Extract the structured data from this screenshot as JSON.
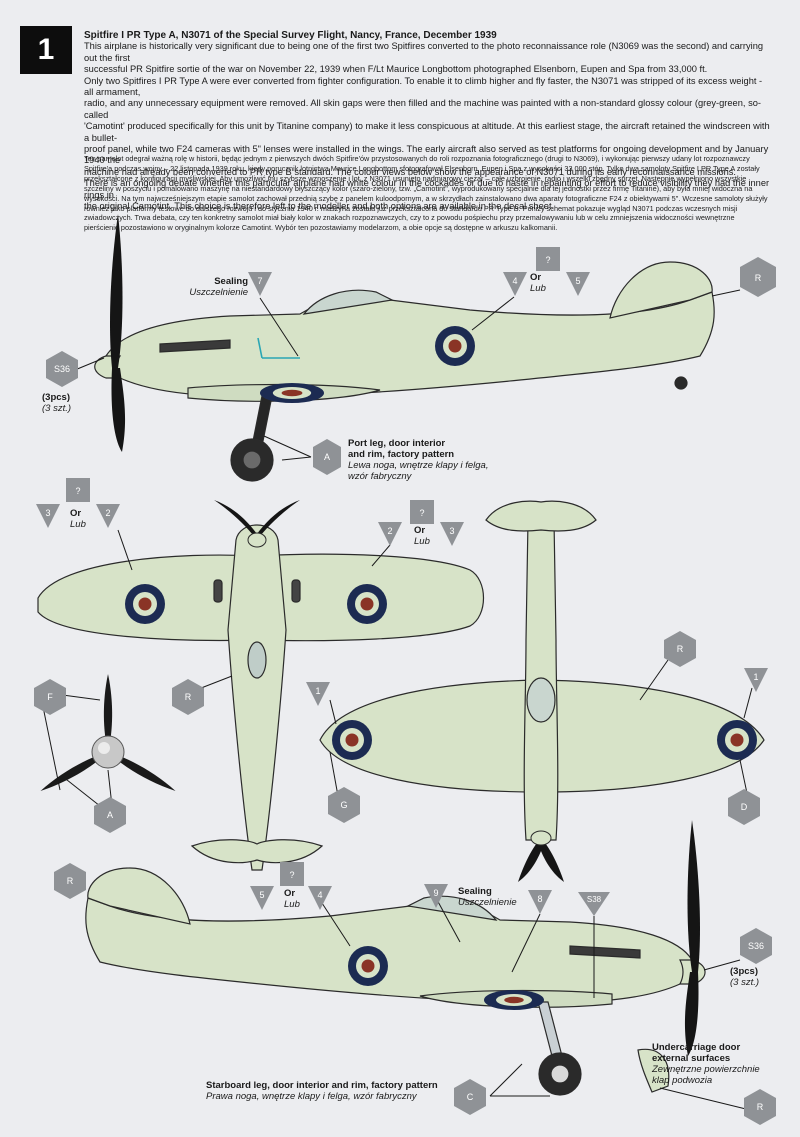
{
  "profile_number": "1",
  "intro": {
    "title": "Spitfire I PR Type A, N3071 of the Special Survey Flight, Nancy, France, December 1939",
    "lines": [
      "This airplane is historically very significant due to being one of the first two Spitfires converted to the photo reconnaissance role (N3069 was the second) and carrying out the first",
      "successful PR Spitfire sortie of the war on November 22, 1939 when F/Lt Maurice Longbottom photographed Elsenborn, Eupen and Spa from 33,000 ft.",
      "Only two Spitfires I PR Type A were ever converted from fighter configuration. To enable it to climb higher and fly faster, the N3071 was stripped of its excess weight - all armament,",
      "radio, and any unnecessary equipment were removed. All skin gaps were then filled and the machine was painted with a non-standard glossy colour (grey-green, so-called",
      "'Camotint' produced specifically for this unit by Titanine company) to make it less conspicuous at altitude. At this earliest stage, the aircraft retained the windscreen with a bullet-",
      "proof panel, while two F24 cameras with 5\" lenses were installed in the wings. The early aircraft also served as test platforms for ongoing development and by January 1940 the",
      "machine had already been converted to PR type B standard. The colour views below show the appearance of N3071 during its early reconnaissance missions.",
      "There is an ongoing debate whether this particular airplane had white colour in the cockades or due to haste in repainting or effort to reduce visibility they had the inner rings in",
      "the original Camotint. This choice is therefore left to the modeller and both options are available in the decal sheet."
    ]
  },
  "polish": {
    "lines": [
      "Ten samolot odegrał ważną rolę w historii, będąc jednym z pierwszych dwóch Spitfire'ów przystosowanych do roli rozpoznania fotograficznego (drugi to N3069), i wykonując pierwszy udany lot rozpoznawczy",
      "Spitfire'a podczas wojny – 22 listopada 1939 roku, kiedy porucznik lotnictwa Maurice Longbottom sfotografował Elsenborn, Eupen i Spa z wysokości 33 000 stóp. Tylko dwa samoloty Spitfire I PR Type A zostały",
      "przekształcone z konfiguracji myśliwskiej. Aby umożliwić mu szybsze wznoszenie i lot, z N3071 usunięto nadmiarowy ciężar – całe uzbrojenie, radio i wszelki zbędny sprzęt. Następnie wypełniono wszystkie",
      "szczeliny w poszyciu i pomalowano maszynę na niestandardowy błyszczący kolor (szaro-zielony, tzw. „Camotint\", wyprodukowany specjalnie dla tej jednostki przez firmę Titanine), aby była mniej widoczna na",
      "wysokości. Na tym najwcześniejszym etapie samolot zachował przednią szybę z panelem kuloodpornym, a w skrzydłach zainstalowano dwa aparaty fotograficzne F24 z obiektywami 5\". Wczesne samoloty służyły",
      "również jako platformy testowe do dalszego rozwoju i do stycznia 1940 r. maszyna została już przekształcona do standardu PR Type B. Poniży schemat pokazuje wygląd N3071 podczas wczesnych misji",
      "zwiadowczych. Trwa debata, czy ten konkretny samolot miał biały kolor w znakach rozpoznawczych, czy to z powodu pośpiechu przy przemalowywaniu lub w celu zmniejszenia widoczności wewnętrzne",
      "pierścienie pozostawiono w oryginalnym kolorze Camotint. Wybór ten pozostawiamy modelarzom, a obie opcje są dostępne w arkuszu kalkomanii."
    ]
  },
  "markers": {
    "r": "R",
    "a": "A",
    "c": "C",
    "d": "D",
    "f": "F",
    "g": "G",
    "s36": "S36",
    "s38": "S38",
    "n1": "1",
    "n2": "2",
    "n3": "3",
    "n4": "4",
    "n5": "5",
    "n7": "7",
    "n8": "8",
    "n9": "9",
    "q": "?"
  },
  "labels": {
    "or": "Or",
    "lub": "Lub",
    "sealing": "Sealing",
    "sealing_pl": "Uszczelnienie",
    "pcs": "(3pcs)",
    "pcs_pl": "(3 szt.)",
    "port_leg_1": "Port leg, door interior",
    "port_leg_2": "and rim, factory pattern",
    "port_leg_pl_1": "Lewa noga, wnętrze klapy i felga,",
    "port_leg_pl_2": "wzór fabryczny",
    "starboard_leg": "Starboard leg, door interior and rim, factory pattern",
    "starboard_leg_pl": "Prawa noga, wnętrze klapy i felga, wzór fabryczny",
    "door_1": "Undercarriage door",
    "door_2": "external surfaces",
    "door_pl_1": "Zewnętrzne powierzchnie",
    "door_pl_2": "klap podwozia"
  },
  "colors": {
    "camotint": "#d7e3c8",
    "outline": "#2b2b2b",
    "roundel_blue": "#1c2b52",
    "roundel_red": "#8a3426",
    "marker_grey": "#8f9296",
    "background": "#ecedf0"
  }
}
